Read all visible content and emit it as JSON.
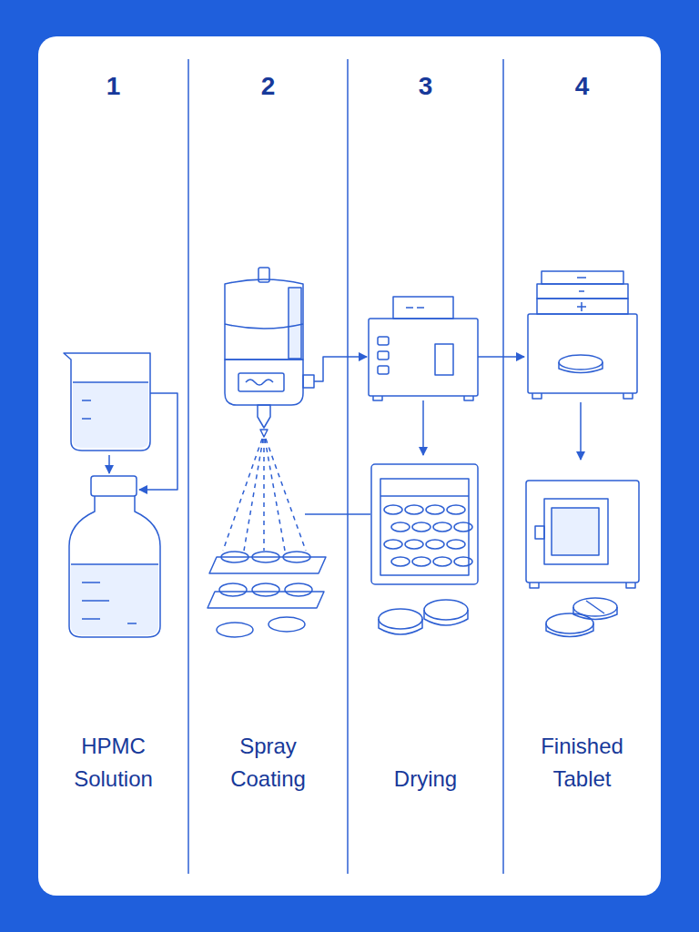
{
  "diagram": {
    "nodes": [
      {
        "text": [
          "1",
          "HPMC Solution"
        ]
      },
      {
        "text": [
          "2",
          "Spray Coating"
        ]
      },
      {
        "text": [
          "3",
          "Drying"
        ]
      },
      {
        "text": [
          "4",
          "Finished Tablet"
        ]
      }
    ]
  }
}
